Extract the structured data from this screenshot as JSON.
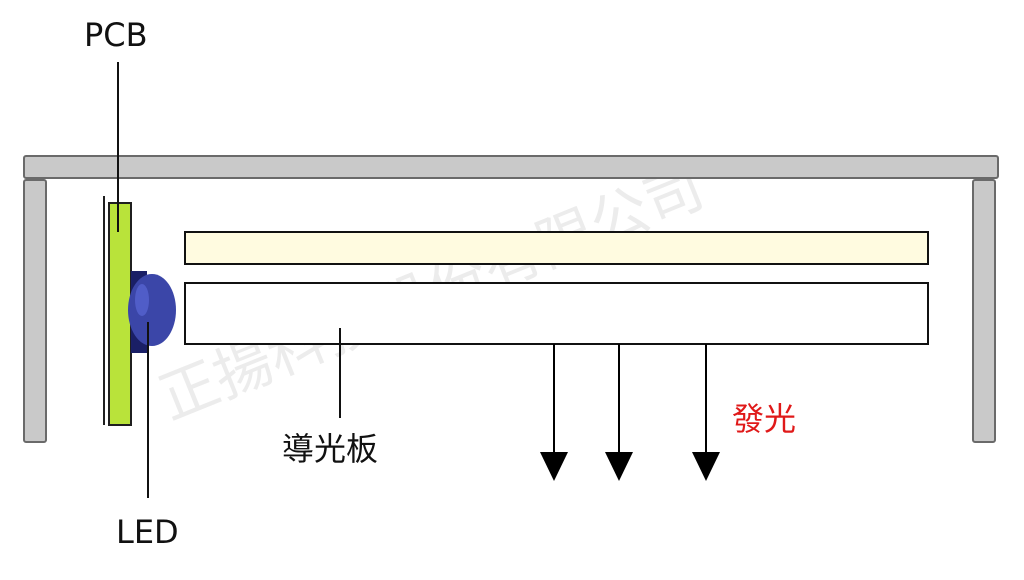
{
  "labels": {
    "pcb": "PCB",
    "led": "LED",
    "light_guide_plate": "導光板",
    "light_emission": "發光"
  },
  "watermark": {
    "text": "正揚科技股份有限公司"
  },
  "colors": {
    "frame_fill": "#c9c9c9",
    "frame_stroke": "#6a6a6a",
    "pcb_fill": "#b9e33a",
    "led_fill": "#3b46a8",
    "led_dark": "#1a1f66",
    "top_plate_fill": "#fffbe0",
    "guide_plate_fill": "#ffffff",
    "arrow": "#000000",
    "emission_text": "#e01919",
    "label_text": "#111111",
    "watermark": "#dddddd"
  },
  "icons": {
    "emission_arrows": "down-arrow-icon"
  }
}
